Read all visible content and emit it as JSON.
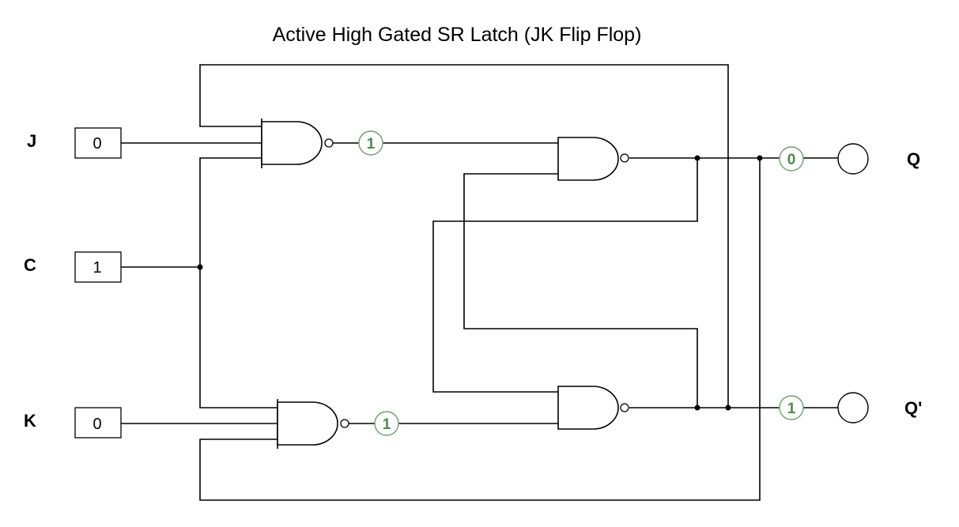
{
  "title": "Active High Gated SR Latch (JK Flip Flop)",
  "inputs": [
    {
      "label": "J",
      "value": "0"
    },
    {
      "label": "C",
      "value": "1"
    },
    {
      "label": "K",
      "value": "0"
    }
  ],
  "probes": {
    "nand_j": "1",
    "nand_k": "1",
    "q": "0",
    "q_bar": "1"
  },
  "outputs": [
    {
      "label": "Q"
    },
    {
      "label": "Q'"
    }
  ],
  "colors": {
    "wire": "#000000",
    "probe": "#4d8a4d"
  }
}
